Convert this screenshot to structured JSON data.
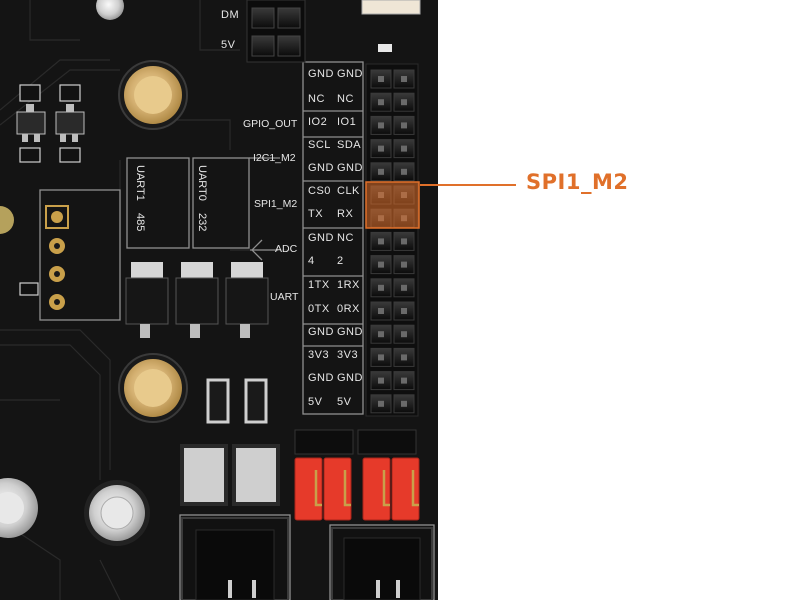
{
  "top_labels": {
    "dm": "DM",
    "v5": "5V"
  },
  "pin_rows": [
    {
      "left": "GND",
      "right": "GND"
    },
    {
      "left": "NC",
      "right": "NC"
    },
    {
      "left": "IO2",
      "right": "IO1"
    },
    {
      "left": "SCL",
      "right": "SDA"
    },
    {
      "left": "GND",
      "right": "GND"
    },
    {
      "left": "CS0",
      "right": "CLK"
    },
    {
      "left": "TX",
      "right": "RX"
    },
    {
      "left": "GND",
      "right": "NC"
    },
    {
      "left": "4",
      "right": "2"
    },
    {
      "left": "1TX",
      "right": "1RX"
    },
    {
      "left": "0TX",
      "right": "0RX"
    },
    {
      "left": "GND",
      "right": "GND"
    },
    {
      "left": "3V3",
      "right": "3V3"
    },
    {
      "left": "GND",
      "right": "GND"
    },
    {
      "left": "5V",
      "right": "5V"
    }
  ],
  "group_labels": {
    "gpio_out": "GPIO_OUT",
    "i2c1_m2": "I2C1_M2",
    "spi1_m2": "SPI1_M2",
    "adc": "ADC",
    "uart": "UART"
  },
  "uart_boxes": {
    "uart1_name": "UART1",
    "uart1_type": "485",
    "uart0_name": "UART0",
    "uart0_type": "232"
  },
  "callout": {
    "label": "SPI1_M2",
    "color": "#e0702a"
  },
  "colors": {
    "board": "#141414",
    "silkscreen": "#e6e6e6",
    "jumper_red": "#e63a2a",
    "gold_pad": "#c9a04a"
  }
}
